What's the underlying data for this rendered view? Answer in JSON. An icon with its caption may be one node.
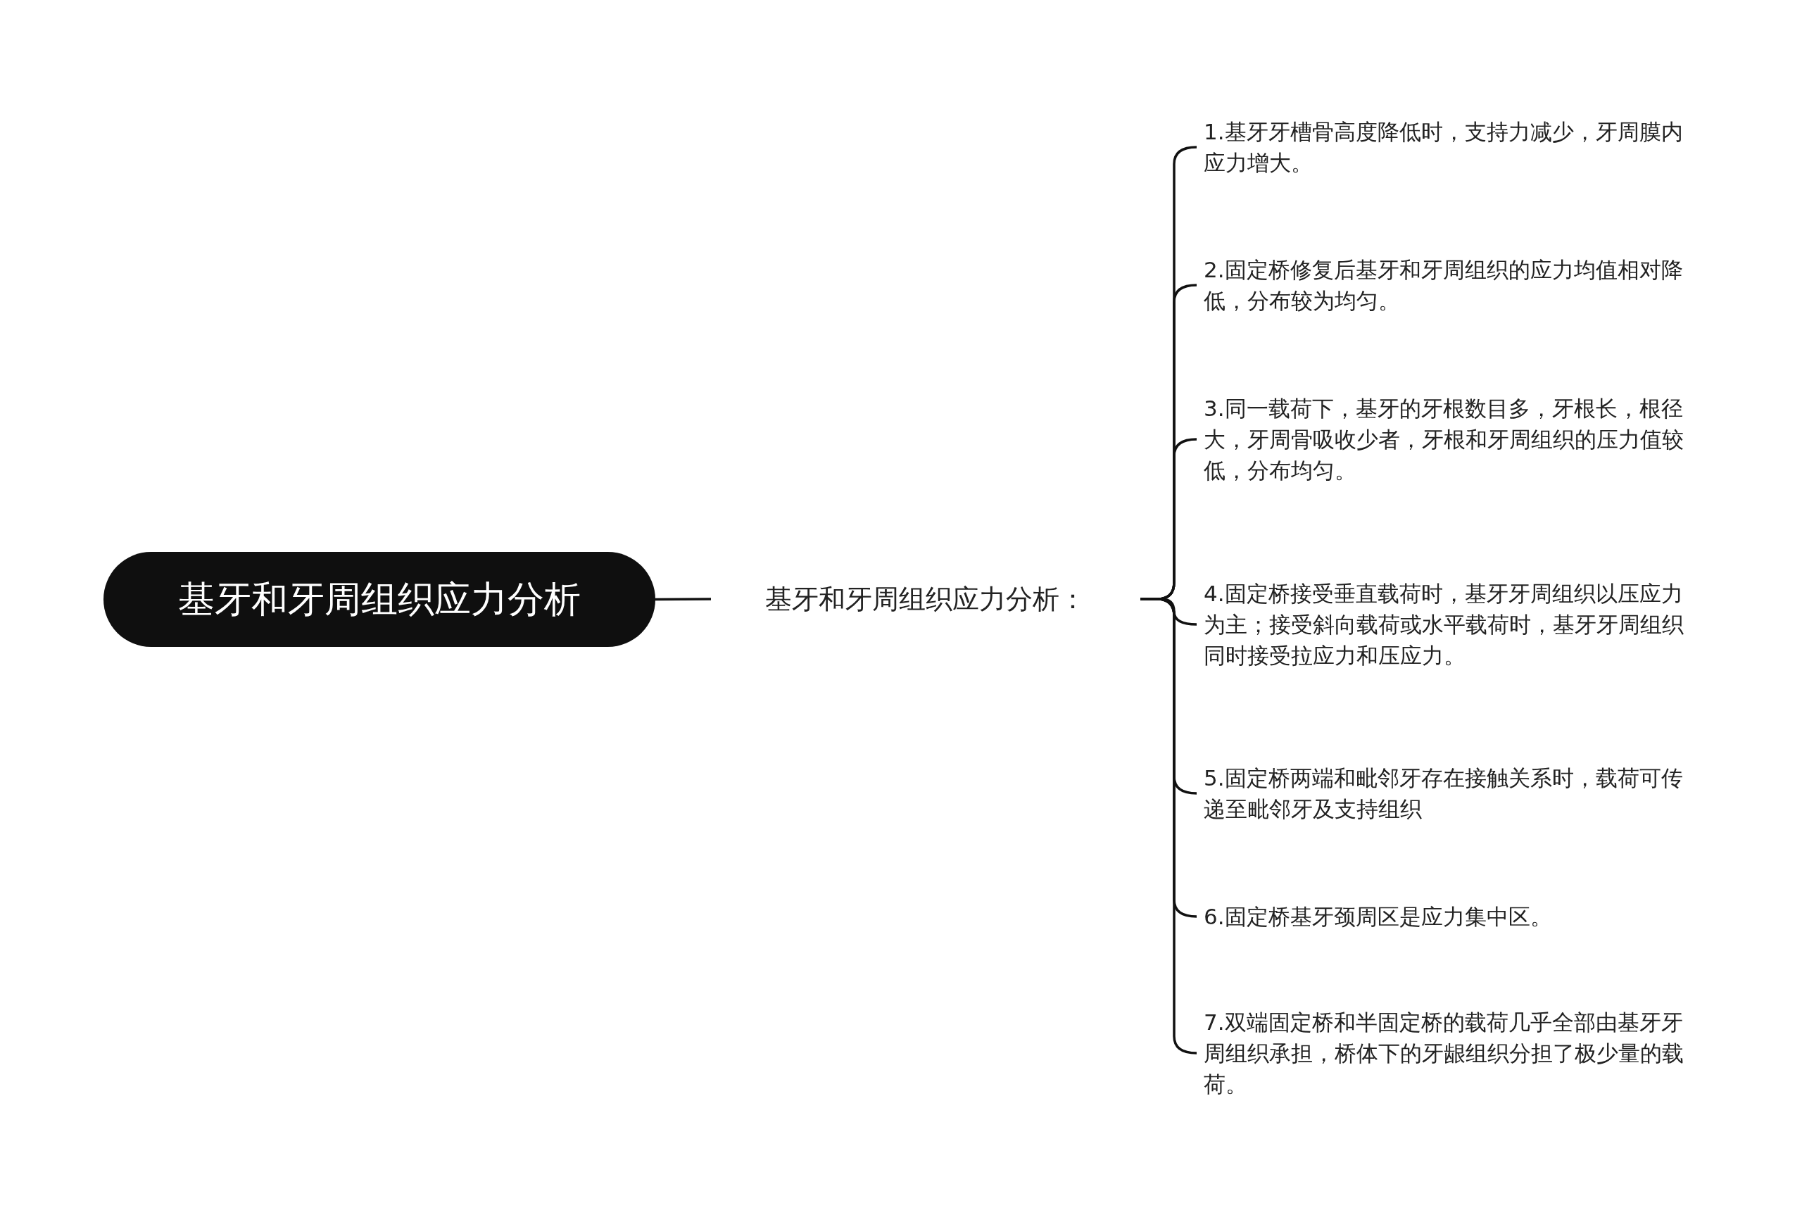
{
  "diagram": {
    "nodes": [
      {
        "text": [
          "基牙和牙周组织应力分析"
        ]
      },
      {
        "text": [
          "基牙和牙周组织应力分析："
        ]
      },
      {
        "text": [
          "1.基牙牙槽骨高度降低时，支持力减少，牙周膜内应力增大。"
        ]
      },
      {
        "text": [
          "2.固定桥修复后基牙和牙周组织的应力均值相对降低，分布较为均匀。"
        ]
      },
      {
        "text": [
          "3.同一载荷下，基牙的牙根数目多，牙根长，根径大，牙周骨吸收少者，牙根和牙周组织的压力值较低，分布均匀。"
        ]
      },
      {
        "text": [
          "4.固定桥接受垂直载荷时，基牙牙周组织以压应力为主；接受斜向载荷或水平载荷时，基牙牙周组织同时接受拉应力和压应力。"
        ]
      },
      {
        "text": [
          "5.固定桥两端和毗邻牙存在接触关系时，载荷可传递至毗邻牙及支持组织"
        ]
      },
      {
        "text": [
          "6.固定桥基牙颈周区是应力集中区。"
        ]
      },
      {
        "text": [
          "7.双端固定桥和半固定桥的载荷几乎全部由基牙牙周组织承担，桥体下的牙龈组织分担了极少量的载荷。"
        ]
      }
    ],
    "edges": [
      {
        "from": 0,
        "to": 1,
        "arrow": "none"
      },
      {
        "from": 1,
        "to": 2,
        "arrow": "none"
      },
      {
        "from": 1,
        "to": 3,
        "arrow": "none"
      },
      {
        "from": 1,
        "to": 4,
        "arrow": "none"
      },
      {
        "from": 1,
        "to": 5,
        "arrow": "none"
      },
      {
        "from": 1,
        "to": 6,
        "arrow": "none"
      },
      {
        "from": 1,
        "to": 7,
        "arrow": "none"
      },
      {
        "from": 1,
        "to": 8,
        "arrow": "none"
      }
    ]
  }
}
